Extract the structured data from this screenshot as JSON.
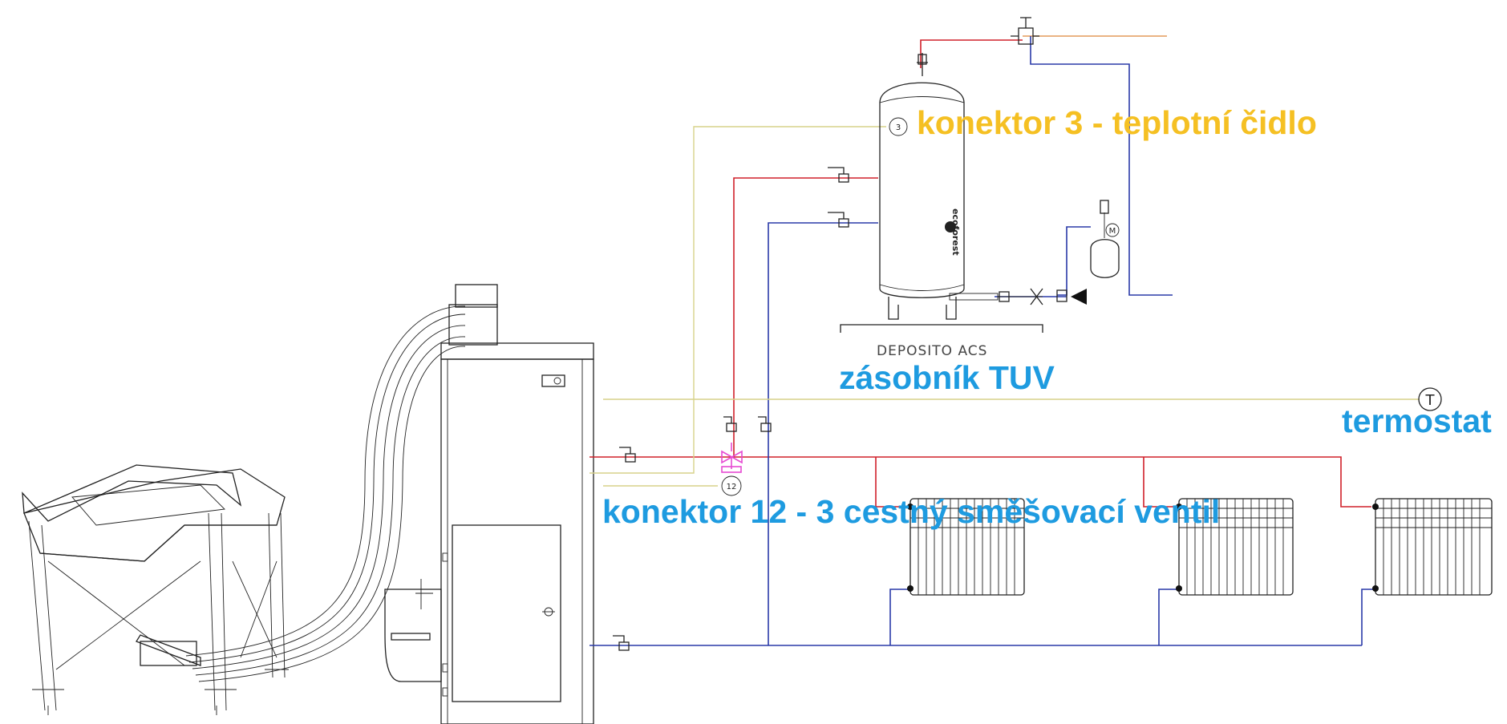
{
  "labels": {
    "sensor": "konektor 3 - teplotní čidlo",
    "tank_caption": "DEPOSITO ACS",
    "tank": "zásobník TUV",
    "thermostat": "termostat",
    "mixing_valve": "konektor 12 - 3 cestný směšovací ventil"
  },
  "marks": {
    "sensor_connector": "3",
    "valve_connector": "12",
    "expansion_vessel": "M",
    "thermostat_symbol": "T",
    "tank_brand": "ecoforest"
  },
  "colors": {
    "hot_pipe": "#d0202a",
    "cold_pipe": "#2a3aa8",
    "sensor_wire": "#d7d28a",
    "label_yellow": "#f5c023",
    "label_blue": "#1e9be0",
    "mixing_valve": "#e64ad2",
    "outline": "#222222"
  },
  "icons": [
    "heat-exchanger-icon",
    "radiator-icon",
    "ball-valve-icon",
    "thermostat-icon",
    "expansion-vessel-icon",
    "pellet-silo-icon",
    "boiler-icon"
  ]
}
